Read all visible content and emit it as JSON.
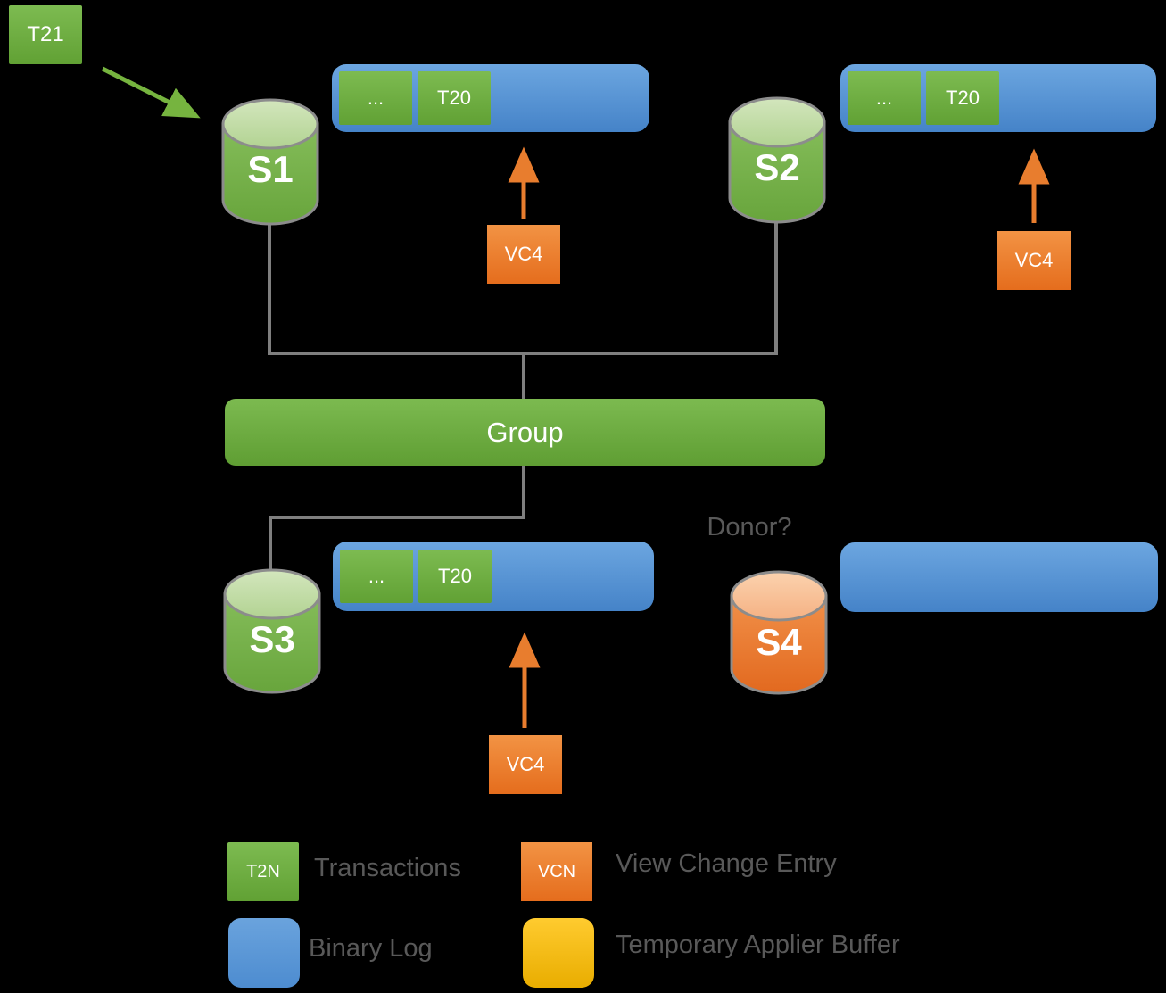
{
  "diagram": {
    "t21_label": "T21",
    "group_label": "Group",
    "donor_label": "Donor?",
    "servers": [
      {
        "label": "S1"
      },
      {
        "label": "S2"
      },
      {
        "label": "S3"
      },
      {
        "label": "S4"
      }
    ],
    "binlog_s1": {
      "e0": "...",
      "e1": "T20"
    },
    "binlog_s2": {
      "e0": "...",
      "e1": "T20"
    },
    "binlog_s3": {
      "e0": "...",
      "e1": "T20"
    },
    "vc_s1": "VC4",
    "vc_s2": "VC4",
    "vc_s3": "VC4"
  },
  "legend": {
    "items": [
      {
        "swatch_label": "T2N",
        "label": "Transactions",
        "color": "#70ad47"
      },
      {
        "swatch_label": "VCN",
        "label": "View Change Entry",
        "color": "#ed7d31"
      },
      {
        "swatch_label": "",
        "label": "Binary Log",
        "color": "#5b9bd5"
      },
      {
        "swatch_label": "",
        "label": "Temporary Applier Buffer",
        "color": "#ffc000"
      }
    ]
  },
  "colors": {
    "background": "#000000",
    "transaction_green": "#70ad47",
    "view_change_orange": "#ed7d31",
    "binary_log_blue": "#5b9bd5",
    "applier_buffer_yellow": "#ffc000",
    "connector_gray": "#7f7f7f",
    "label_gray": "#595959"
  }
}
